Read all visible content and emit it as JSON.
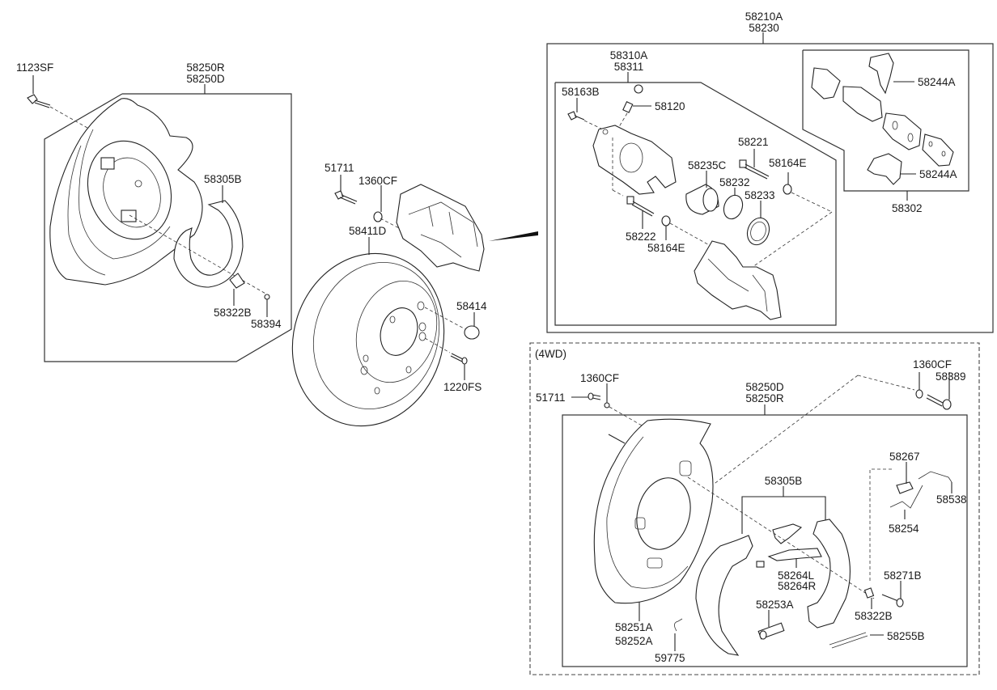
{
  "diagram": {
    "title": "Rear Wheel Brake Parts Diagram",
    "section_4wd_label": "(4WD)",
    "groups": {
      "backing_plate_2wd": {
        "labels": [
          "58250R",
          "58250D"
        ]
      },
      "caliper_assembly": {
        "labels": [
          "58210A",
          "58230"
        ]
      },
      "caliper_housing": {
        "labels": [
          "58310A",
          "58311"
        ]
      },
      "pad_kit": {
        "label": "58302"
      },
      "backing_plate_4wd": {
        "labels": [
          "58250D",
          "58250R"
        ]
      },
      "shoe_set_4wd": {
        "label": "58305B"
      }
    },
    "parts": {
      "bolt_1123sf": "1123SF",
      "shoe_2wd": "58305B",
      "spring_cup_2wd": "58322B",
      "pin_58394": "58394",
      "bolt_51711": "51711",
      "washer_1360cf": "1360CF",
      "disc_58411d": "58411D",
      "plug_58414": "58414",
      "screw_1220fs": "1220FS",
      "bolt_58163b": "58163B",
      "bleeder_58120": "58120",
      "guide_rod_58221": "58221",
      "piston_58235c": "58235C",
      "boot_58164e_upper": "58164E",
      "seal_58232": "58232",
      "boot_58233": "58233",
      "guide_rod_58222": "58222",
      "boot_58164e_lower": "58164E",
      "pad_clip_upper": "58244A",
      "pad_clip_lower": "58244A",
      "washer_1360cf_4wd_left": "1360CF",
      "bolt_51711_4wd": "51711",
      "washer_1360cf_4wd_right": "1360CF",
      "bolt_58389": "58389",
      "spring_58267": "58267",
      "spring_58538": "58538",
      "spring_58254": "58254",
      "lever_58264": [
        "58264L",
        "58264R"
      ],
      "pin_58271b": "58271B",
      "spring_cup_4wd": "58322B",
      "adjuster_58253a": "58253A",
      "spring_58255b": "58255B",
      "dust_cover": [
        "58251A",
        "58252A"
      ],
      "clip_59775": "59775"
    }
  }
}
